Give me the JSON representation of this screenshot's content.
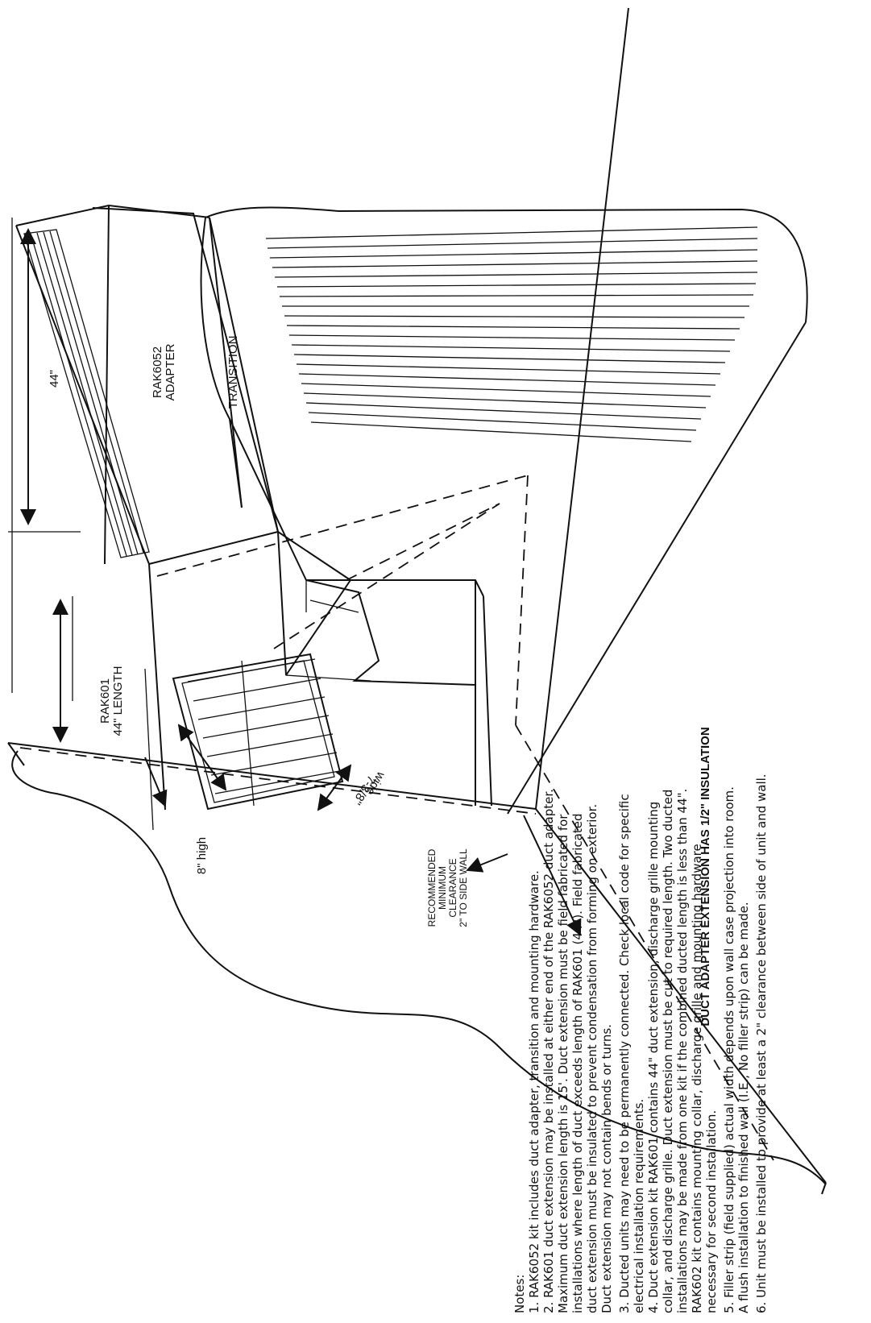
{
  "labels": {
    "dim_44": "44\"",
    "adapter_line1": "RAK6052",
    "adapter_line2": "ADAPTER",
    "transition": "TRANSITION",
    "rak601_line1": "RAK601",
    "rak601_line2": "44\" LENGTH",
    "high_8": "8\" high",
    "wide_line1": "7-3/8\"",
    "wide_line2": "wide",
    "clearance": [
      "RECOMMENDED",
      "MINIMUM",
      "CLEARANCE",
      "2\" TO SIDE WALL"
    ],
    "insulation": "DUCT ADAPTER EXTENSION HAS 1/2\" INSULATION"
  },
  "notes": {
    "header": "Notes:",
    "lines": [
      "1.  RAK6052 kit includes duct adapter, transition and mounting hardware.",
      "2.  RAK601 duct extension may be installed at either end of the RAK6052 duct adapter.",
      "     Maximum duct extension length is 15'. Duct extension must be field fabricated for",
      "     installations where length of duct exceeds length of RAK601 (44\"). Field fabricated",
      "     duct extension must be insulated to prevent condensation from forming on exterior.",
      "     Duct extension may not contain bends or turns.",
      "3.  Ducted units may need to be permanently connected. Check local code for specific",
      "     electrical installation requirements.",
      "4.  Duct extension kit RAK601 contains 44\" duct extension, discharge grille mounting",
      "     collar, and discharge grille. Duct extension must be cut to required length. Two ducted",
      "     installations may be made from one kit if the combined ducted length is less than 44\".",
      "     RAK602 kit contains mounting collar, discharge grille and mounting hardware",
      "     necessary for second installation.",
      "5.  Filler strip (field supplied) actual width depends upon wall case projection into room.",
      "     A flush installation to finished wall (I.E., No filler strip) can be made.",
      "6.  Unit must be installed to provide at least a 2\" clearance between side of unit and wall."
    ]
  }
}
